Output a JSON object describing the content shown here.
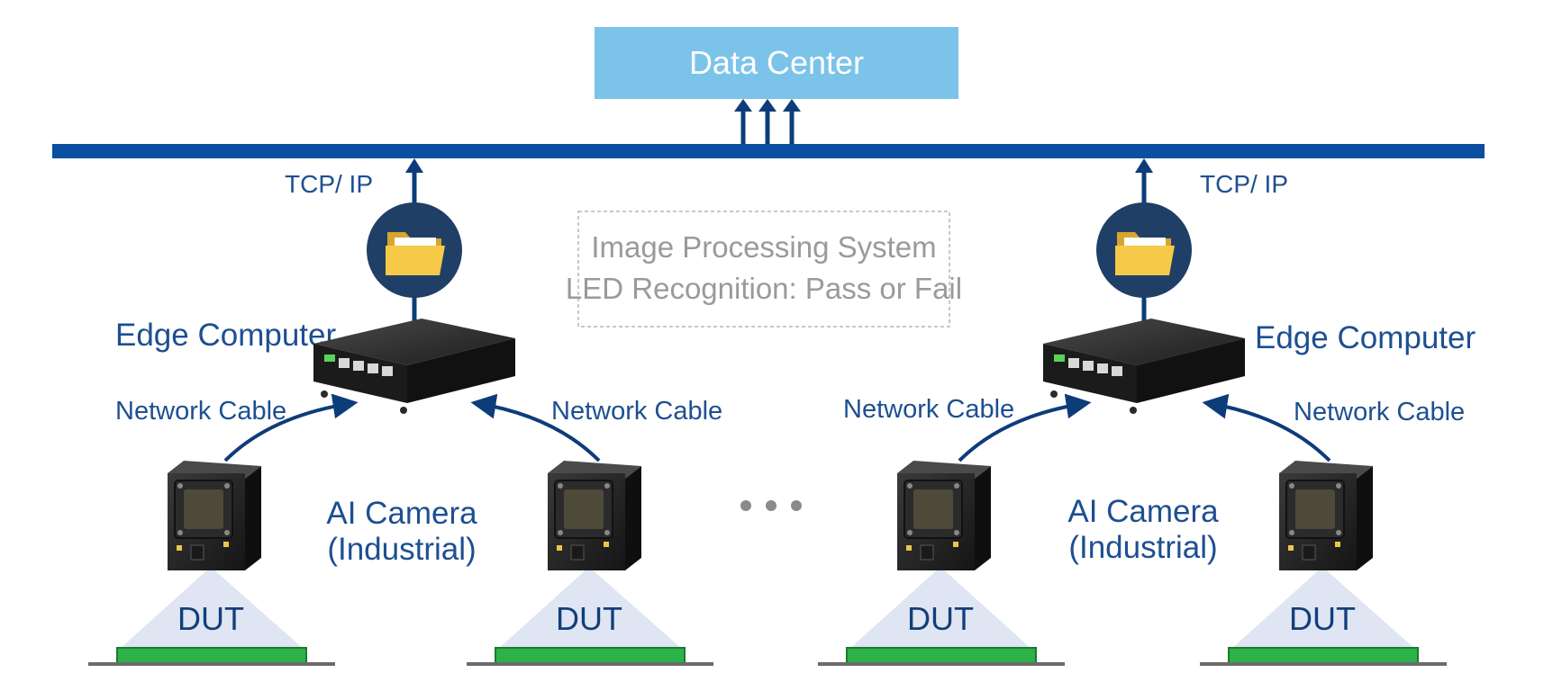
{
  "data_center": {
    "label": "Data Center"
  },
  "protocol_labels": [
    "TCP/ IP",
    "TCP/ IP"
  ],
  "processing_note": {
    "line1": "Image Processing System",
    "line2": "LED Recognition: Pass or Fail"
  },
  "edge_computers": [
    {
      "label": "Edge Computer"
    },
    {
      "label": "Edge Computer"
    }
  ],
  "cable_labels": [
    "Network Cable",
    "Network Cable",
    "Network Cable",
    "Network Cable"
  ],
  "camera_groups": [
    {
      "line1": "AI Camera",
      "line2": "(Industrial)"
    },
    {
      "line1": "AI Camera",
      "line2": "(Industrial)"
    }
  ],
  "duts": [
    "DUT",
    "DUT",
    "DUT",
    "DUT"
  ],
  "colors": {
    "bus": "#0a4fa0",
    "dark_blue": "#0d3c7a",
    "label_blue": "#1d4f91",
    "data_center_fill": "#7cc3ea",
    "folder_circle": "#1f3f66",
    "folder_yellow": "#f7c948",
    "board_green": "#2db24a",
    "cone": "#dfe5f2",
    "grey_text": "#9a9a9a"
  },
  "icons": [
    "folder-icon",
    "edge-computer-device",
    "ai-camera-device",
    "ellipsis-icon"
  ]
}
